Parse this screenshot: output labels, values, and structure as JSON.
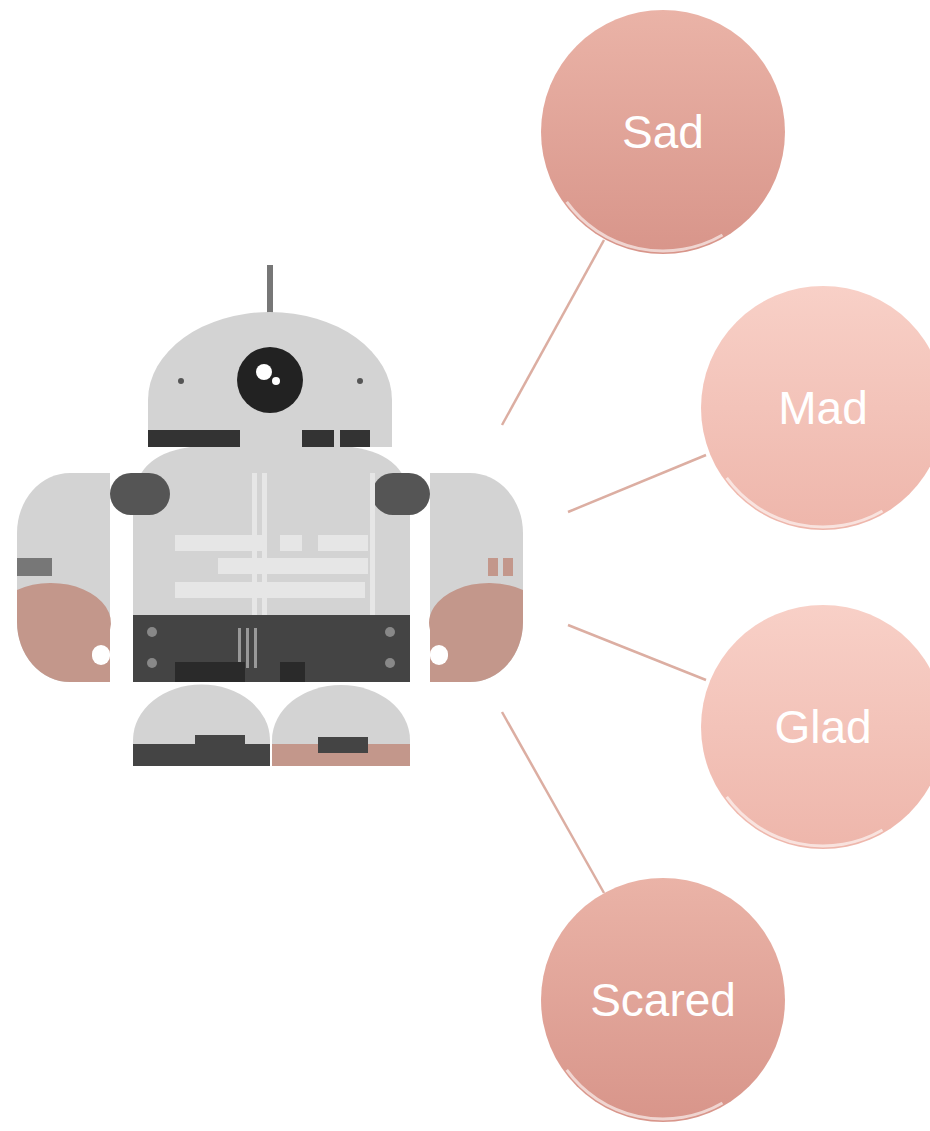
{
  "diagram": {
    "nodes": [
      {
        "text": [
          "Sad"
        ]
      },
      {
        "text": [
          "Mad"
        ]
      },
      {
        "text": [
          "Glad"
        ]
      },
      {
        "text": [
          "Scared"
        ]
      }
    ]
  }
}
